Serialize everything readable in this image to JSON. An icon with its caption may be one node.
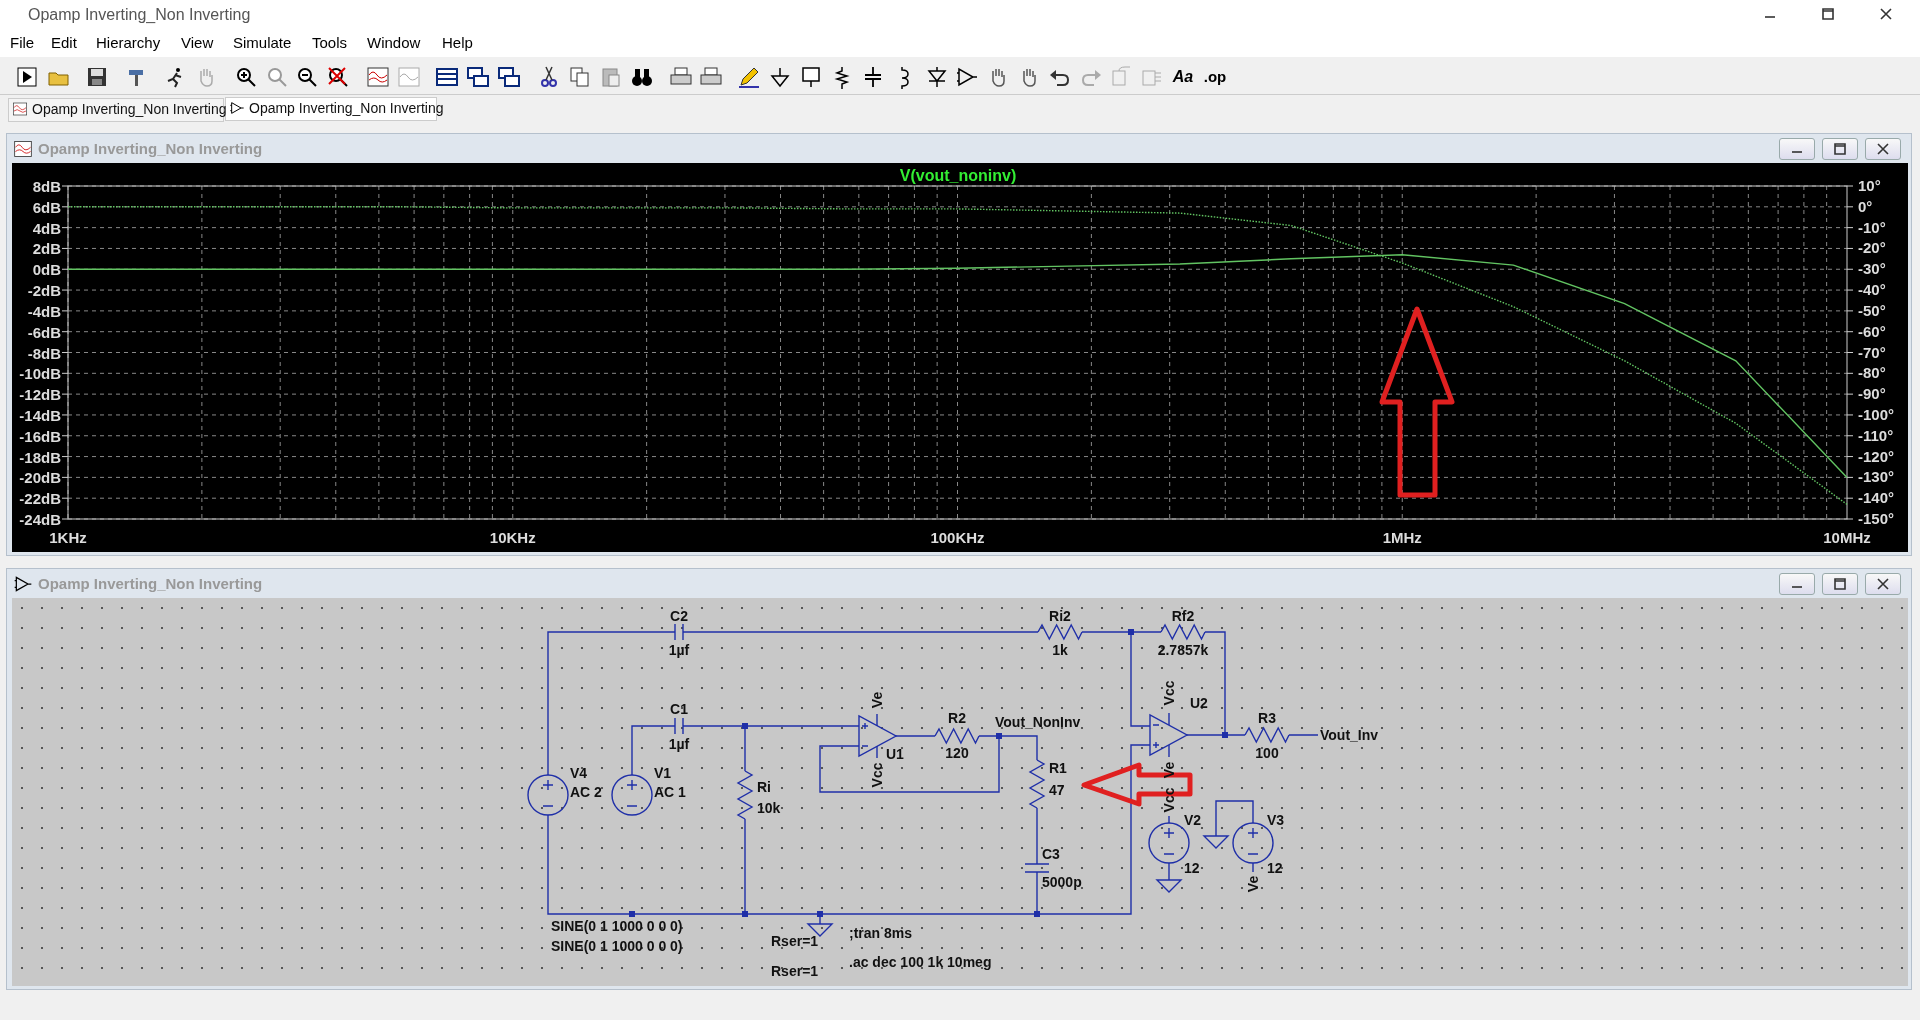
{
  "diagram": {
    "title": "Opamp Inverting_Non Inverting",
    "labels": [
      "File",
      "Edit",
      "Hierarchy",
      "View",
      "Simulate",
      "Tools",
      "Window",
      "Help",
      "Aa",
      ".op",
      "Opamp Inverting_Non Inverting",
      "Opamp Inverting_Non Inverting",
      "Opamp Inverting_Non Inverting",
      "10°",
      "0°",
      "-10°",
      "-20°",
      "-30°",
      "-40°",
      "-50°",
      "-60°",
      "-70°",
      "-80°",
      "-90°",
      "-100°",
      "-110°",
      "-120°",
      "-130°",
      "-140°",
      "-150°",
      "Opamp Inverting_Non Inverting",
      "C2",
      "1µf",
      "Ri2",
      "1k",
      "Rf2",
      "2.7857k",
      "C1",
      "1µf",
      "Ve",
      "R2",
      "Vout_NonInv",
      "Vcc",
      "U2",
      "R3",
      "Vout_Inv",
      "U1",
      "120",
      "100",
      "Vcc",
      "Ve",
      "V4",
      "AC 2",
      "V1",
      "AC 1",
      "Ri",
      "10k",
      "R1",
      "47",
      "Vcc",
      "V2",
      "V3",
      "12",
      "12",
      "C3",
      "5000p",
      "Ve",
      "SINE(0 1 1000 0 0 0)",
      "SINE(0 1 1000 0 0 0)",
      ";tran 8ms",
      "Rser=1",
      ".ac dec 100 1k 10meg",
      "Rser=1"
    ],
    "chart_data": {
      "type": "line",
      "title": "V(vout_noninv)",
      "categories": [
        "1KHz",
        null,
        null,
        null,
        "10KHz",
        null,
        null,
        null,
        "100KHz",
        null,
        null,
        null,
        "1MHz",
        null,
        null,
        null,
        "10MHz"
      ],
      "series": [
        {
          "color": "#62c462",
          "values": [
            0,
            0,
            0,
            0,
            0,
            0,
            0,
            0,
            0.1,
            0.3,
            0.5,
            1.0,
            1.4,
            0.4,
            -3.3,
            -8.8,
            -20
          ]
        },
        {
          "color": "#62c462",
          "line_style": "dotted",
          "values": [
            6,
            6,
            6,
            6,
            5.9,
            5.9,
            5.9,
            5.8,
            5.8,
            5.6,
            5.4,
            4.2,
            0.6,
            -3.6,
            -8.8,
            -14.8,
            -22.6
          ]
        }
      ],
      "ylim": [
        -24,
        8
      ],
      "grid": true,
      "yticks": [
        {
          "value": 8,
          "label": "8dB"
        },
        {
          "value": 6,
          "label": "6dB"
        },
        {
          "value": 4,
          "label": "4dB"
        },
        {
          "value": 2,
          "label": "2dB"
        },
        {
          "value": 0,
          "label": "0dB"
        },
        {
          "value": -2,
          "label": "-2dB"
        },
        {
          "value": -4,
          "label": "-4dB"
        },
        {
          "value": -6,
          "label": "-6dB"
        },
        {
          "value": -8,
          "label": "-8dB"
        },
        {
          "value": -10,
          "label": "-10dB"
        },
        {
          "value": -12,
          "label": "-12dB"
        },
        {
          "value": -14,
          "label": "-14dB"
        },
        {
          "value": -16,
          "label": "-16dB"
        },
        {
          "value": -18,
          "label": "-18dB"
        },
        {
          "value": -20,
          "label": "-20dB"
        },
        {
          "value": -22,
          "label": "-22dB"
        },
        {
          "value": -24,
          "label": "-24dB"
        }
      ]
    }
  }
}
